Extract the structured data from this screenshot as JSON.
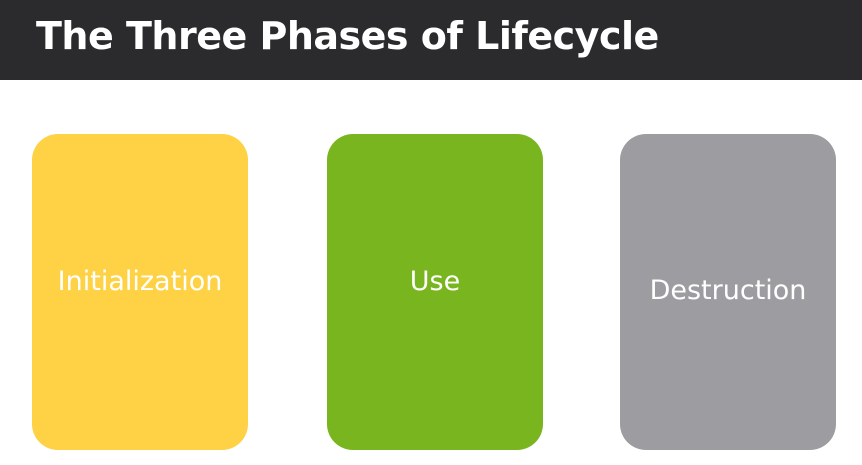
{
  "slide": {
    "title": "The Three Phases of Lifecycle"
  },
  "phases": [
    {
      "label": "Initialization",
      "color": "#fed244"
    },
    {
      "label": "Use",
      "color": "#78b51e"
    },
    {
      "label": "Destruction",
      "color": "#9d9da1"
    }
  ],
  "colors": {
    "title_bar": "#2b2b2d",
    "title_text": "#ffffff",
    "card_text": "#ffffff",
    "background": "#ffffff"
  }
}
